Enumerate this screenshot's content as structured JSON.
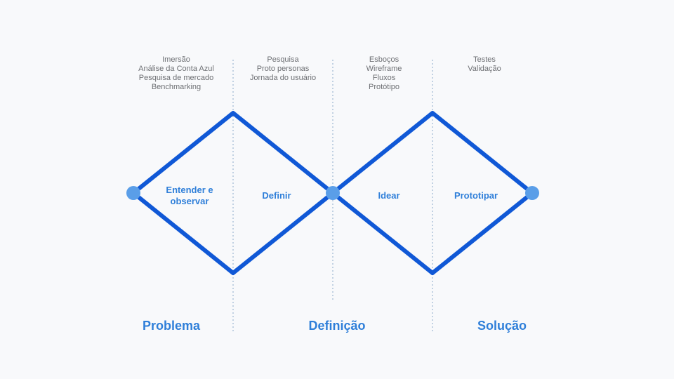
{
  "colors": {
    "diamond_stroke": "#1058d6",
    "node_fill": "#5a9ee8",
    "divider": "#8aa9c9",
    "label": "#2f7fd9",
    "activity_text": "#6d6f73",
    "background": "#f8f9fb"
  },
  "activities": [
    [
      "Imersão",
      "Análise da Conta Azul",
      "Pesquisa de mercado",
      "Benchmarking"
    ],
    [
      "Pesquisa",
      "Proto personas",
      "Jornada do usuário"
    ],
    [
      "Esboços",
      "Wireframe",
      "Fluxos",
      "Protótipo"
    ],
    [
      "Testes",
      "Validação"
    ]
  ],
  "phases": [
    {
      "line1": "Entender e",
      "line2": "observar"
    },
    {
      "line1": "Definir",
      "line2": ""
    },
    {
      "line1": "Idear",
      "line2": ""
    },
    {
      "line1": "Prototipar",
      "line2": ""
    }
  ],
  "stages": [
    "Problema",
    "Definição",
    "Solução"
  ]
}
